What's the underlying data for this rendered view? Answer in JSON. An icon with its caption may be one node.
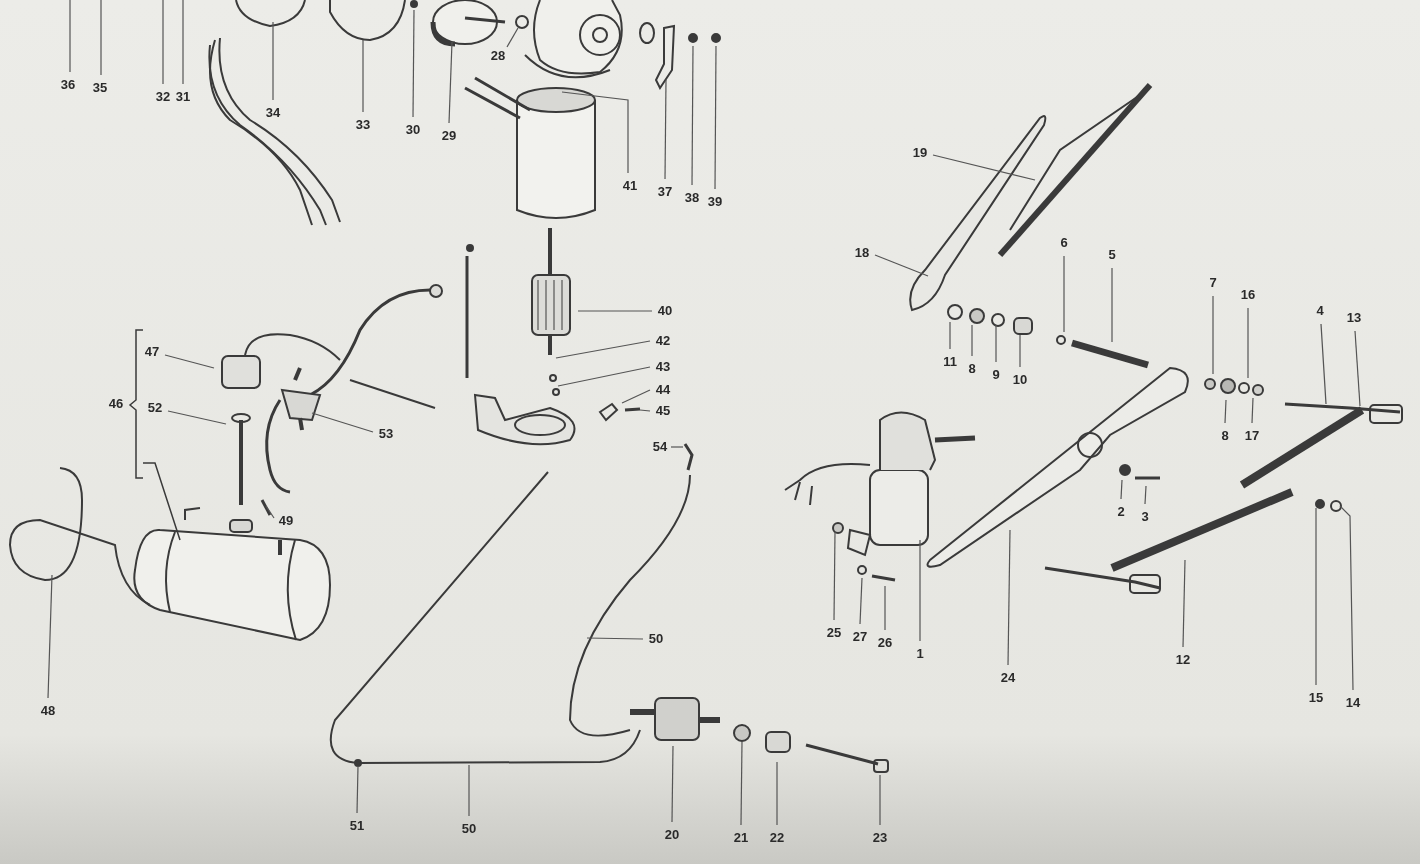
{
  "diagram": {
    "nodes": [
      {
        "text": [
          "36"
        ]
      },
      {
        "text": [
          "35"
        ]
      },
      {
        "text": [
          "32"
        ]
      },
      {
        "text": [
          "31"
        ]
      },
      {
        "text": [
          "34"
        ]
      },
      {
        "text": [
          "33"
        ]
      },
      {
        "text": [
          "30"
        ]
      },
      {
        "text": [
          "29"
        ]
      },
      {
        "text": [
          "28"
        ]
      },
      {
        "text": [
          "41"
        ]
      },
      {
        "text": [
          "37"
        ]
      },
      {
        "text": [
          "38"
        ]
      },
      {
        "text": [
          "39"
        ]
      },
      {
        "text": [
          "40"
        ]
      },
      {
        "text": [
          "42"
        ]
      },
      {
        "text": [
          "43"
        ]
      },
      {
        "text": [
          "44"
        ]
      },
      {
        "text": [
          "45"
        ]
      },
      {
        "text": [
          "47"
        ]
      },
      {
        "text": [
          "52"
        ]
      },
      {
        "text": [
          "53"
        ]
      },
      {
        "text": [
          "49"
        ]
      },
      {
        "text": [
          "48"
        ]
      },
      {
        "text": [
          "54"
        ]
      },
      {
        "text": [
          "50"
        ]
      },
      {
        "text": [
          "51"
        ]
      },
      {
        "text": [
          "50"
        ]
      },
      {
        "text": [
          "20"
        ]
      },
      {
        "text": [
          "21"
        ]
      },
      {
        "text": [
          "22"
        ]
      },
      {
        "text": [
          "23"
        ]
      },
      {
        "text": [
          "19"
        ]
      },
      {
        "text": [
          "18"
        ]
      },
      {
        "text": [
          "6"
        ]
      },
      {
        "text": [
          "5"
        ]
      },
      {
        "text": [
          "11"
        ]
      },
      {
        "text": [
          "8"
        ]
      },
      {
        "text": [
          "9"
        ]
      },
      {
        "text": [
          "10"
        ]
      },
      {
        "text": [
          "7"
        ]
      },
      {
        "text": [
          "16"
        ]
      },
      {
        "text": [
          "4"
        ]
      },
      {
        "text": [
          "13"
        ]
      },
      {
        "text": [
          "8"
        ]
      },
      {
        "text": [
          "17"
        ]
      },
      {
        "text": [
          "2"
        ]
      },
      {
        "text": [
          "3"
        ]
      },
      {
        "text": [
          "25"
        ]
      },
      {
        "text": [
          "27"
        ]
      },
      {
        "text": [
          "26"
        ]
      },
      {
        "text": [
          "1"
        ]
      },
      {
        "text": [
          "24"
        ]
      },
      {
        "text": [
          "12"
        ]
      },
      {
        "text": [
          "15"
        ]
      },
      {
        "text": [
          "14"
        ]
      }
    ],
    "edges": [
      {
        "from": 0,
        "to": null,
        "arrow": "none"
      },
      {
        "from": 1,
        "to": null,
        "arrow": "none"
      },
      {
        "from": 2,
        "to": null,
        "arrow": "none"
      },
      {
        "from": 3,
        "to": null,
        "arrow": "none"
      },
      {
        "from": 4,
        "to": null,
        "arrow": "none"
      },
      {
        "from": 5,
        "to": null,
        "arrow": "none"
      },
      {
        "from": 6,
        "to": null,
        "arrow": "none"
      },
      {
        "from": 7,
        "to": null,
        "arrow": "none"
      },
      {
        "from": 8,
        "to": null,
        "arrow": "none"
      },
      {
        "from": 9,
        "to": null,
        "arrow": "none"
      },
      {
        "from": 10,
        "to": null,
        "arrow": "none"
      },
      {
        "from": 11,
        "to": null,
        "arrow": "none"
      },
      {
        "from": 12,
        "to": null,
        "arrow": "none"
      },
      {
        "from": 13,
        "to": null,
        "arrow": "none"
      },
      {
        "from": 14,
        "to": null,
        "arrow": "none"
      },
      {
        "from": 15,
        "to": null,
        "arrow": "none"
      },
      {
        "from": 16,
        "to": null,
        "arrow": "none"
      },
      {
        "from": 17,
        "to": null,
        "arrow": "none"
      },
      {
        "from": 18,
        "to": null,
        "arrow": "none"
      },
      {
        "from": 19,
        "to": null,
        "arrow": "none"
      },
      {
        "from": 20,
        "to": null,
        "arrow": "none"
      },
      {
        "from": 21,
        "to": null,
        "arrow": "none"
      },
      {
        "from": 22,
        "to": null,
        "arrow": "none"
      },
      {
        "from": 23,
        "to": null,
        "arrow": "none"
      },
      {
        "from": 24,
        "to": null,
        "arrow": "none"
      },
      {
        "from": 25,
        "to": null,
        "arrow": "none"
      },
      {
        "from": 26,
        "to": null,
        "arrow": "none"
      },
      {
        "from": 27,
        "to": null,
        "arrow": "none"
      },
      {
        "from": 28,
        "to": null,
        "arrow": "none"
      },
      {
        "from": 29,
        "to": null,
        "arrow": "none"
      },
      {
        "from": 30,
        "to": null,
        "arrow": "none"
      },
      {
        "from": 31,
        "to": null,
        "arrow": "none"
      },
      {
        "from": 32,
        "to": null,
        "arrow": "none"
      },
      {
        "from": 33,
        "to": null,
        "arrow": "none"
      },
      {
        "from": 34,
        "to": null,
        "arrow": "none"
      },
      {
        "from": 35,
        "to": null,
        "arrow": "none"
      },
      {
        "from": 36,
        "to": null,
        "arrow": "none"
      },
      {
        "from": 37,
        "to": null,
        "arrow": "none"
      },
      {
        "from": 38,
        "to": null,
        "arrow": "none"
      },
      {
        "from": 39,
        "to": null,
        "arrow": "none"
      },
      {
        "from": 40,
        "to": null,
        "arrow": "none"
      },
      {
        "from": 41,
        "to": null,
        "arrow": "none"
      },
      {
        "from": 42,
        "to": null,
        "arrow": "none"
      },
      {
        "from": 43,
        "to": null,
        "arrow": "none"
      },
      {
        "from": 44,
        "to": null,
        "arrow": "none"
      },
      {
        "from": 45,
        "to": null,
        "arrow": "none"
      },
      {
        "from": 46,
        "to": null,
        "arrow": "none"
      },
      {
        "from": 47,
        "to": null,
        "arrow": "none"
      },
      {
        "from": 48,
        "to": null,
        "arrow": "none"
      },
      {
        "from": 49,
        "to": null,
        "arrow": "none"
      },
      {
        "from": 50,
        "to": null,
        "arrow": "none"
      },
      {
        "from": 51,
        "to": null,
        "arrow": "none"
      },
      {
        "from": 52,
        "to": null,
        "arrow": "none"
      },
      {
        "from": 53,
        "to": null,
        "arrow": "none"
      },
      {
        "from": 54,
        "to": null,
        "arrow": "none"
      }
    ],
    "labels": [
      "46"
    ]
  }
}
